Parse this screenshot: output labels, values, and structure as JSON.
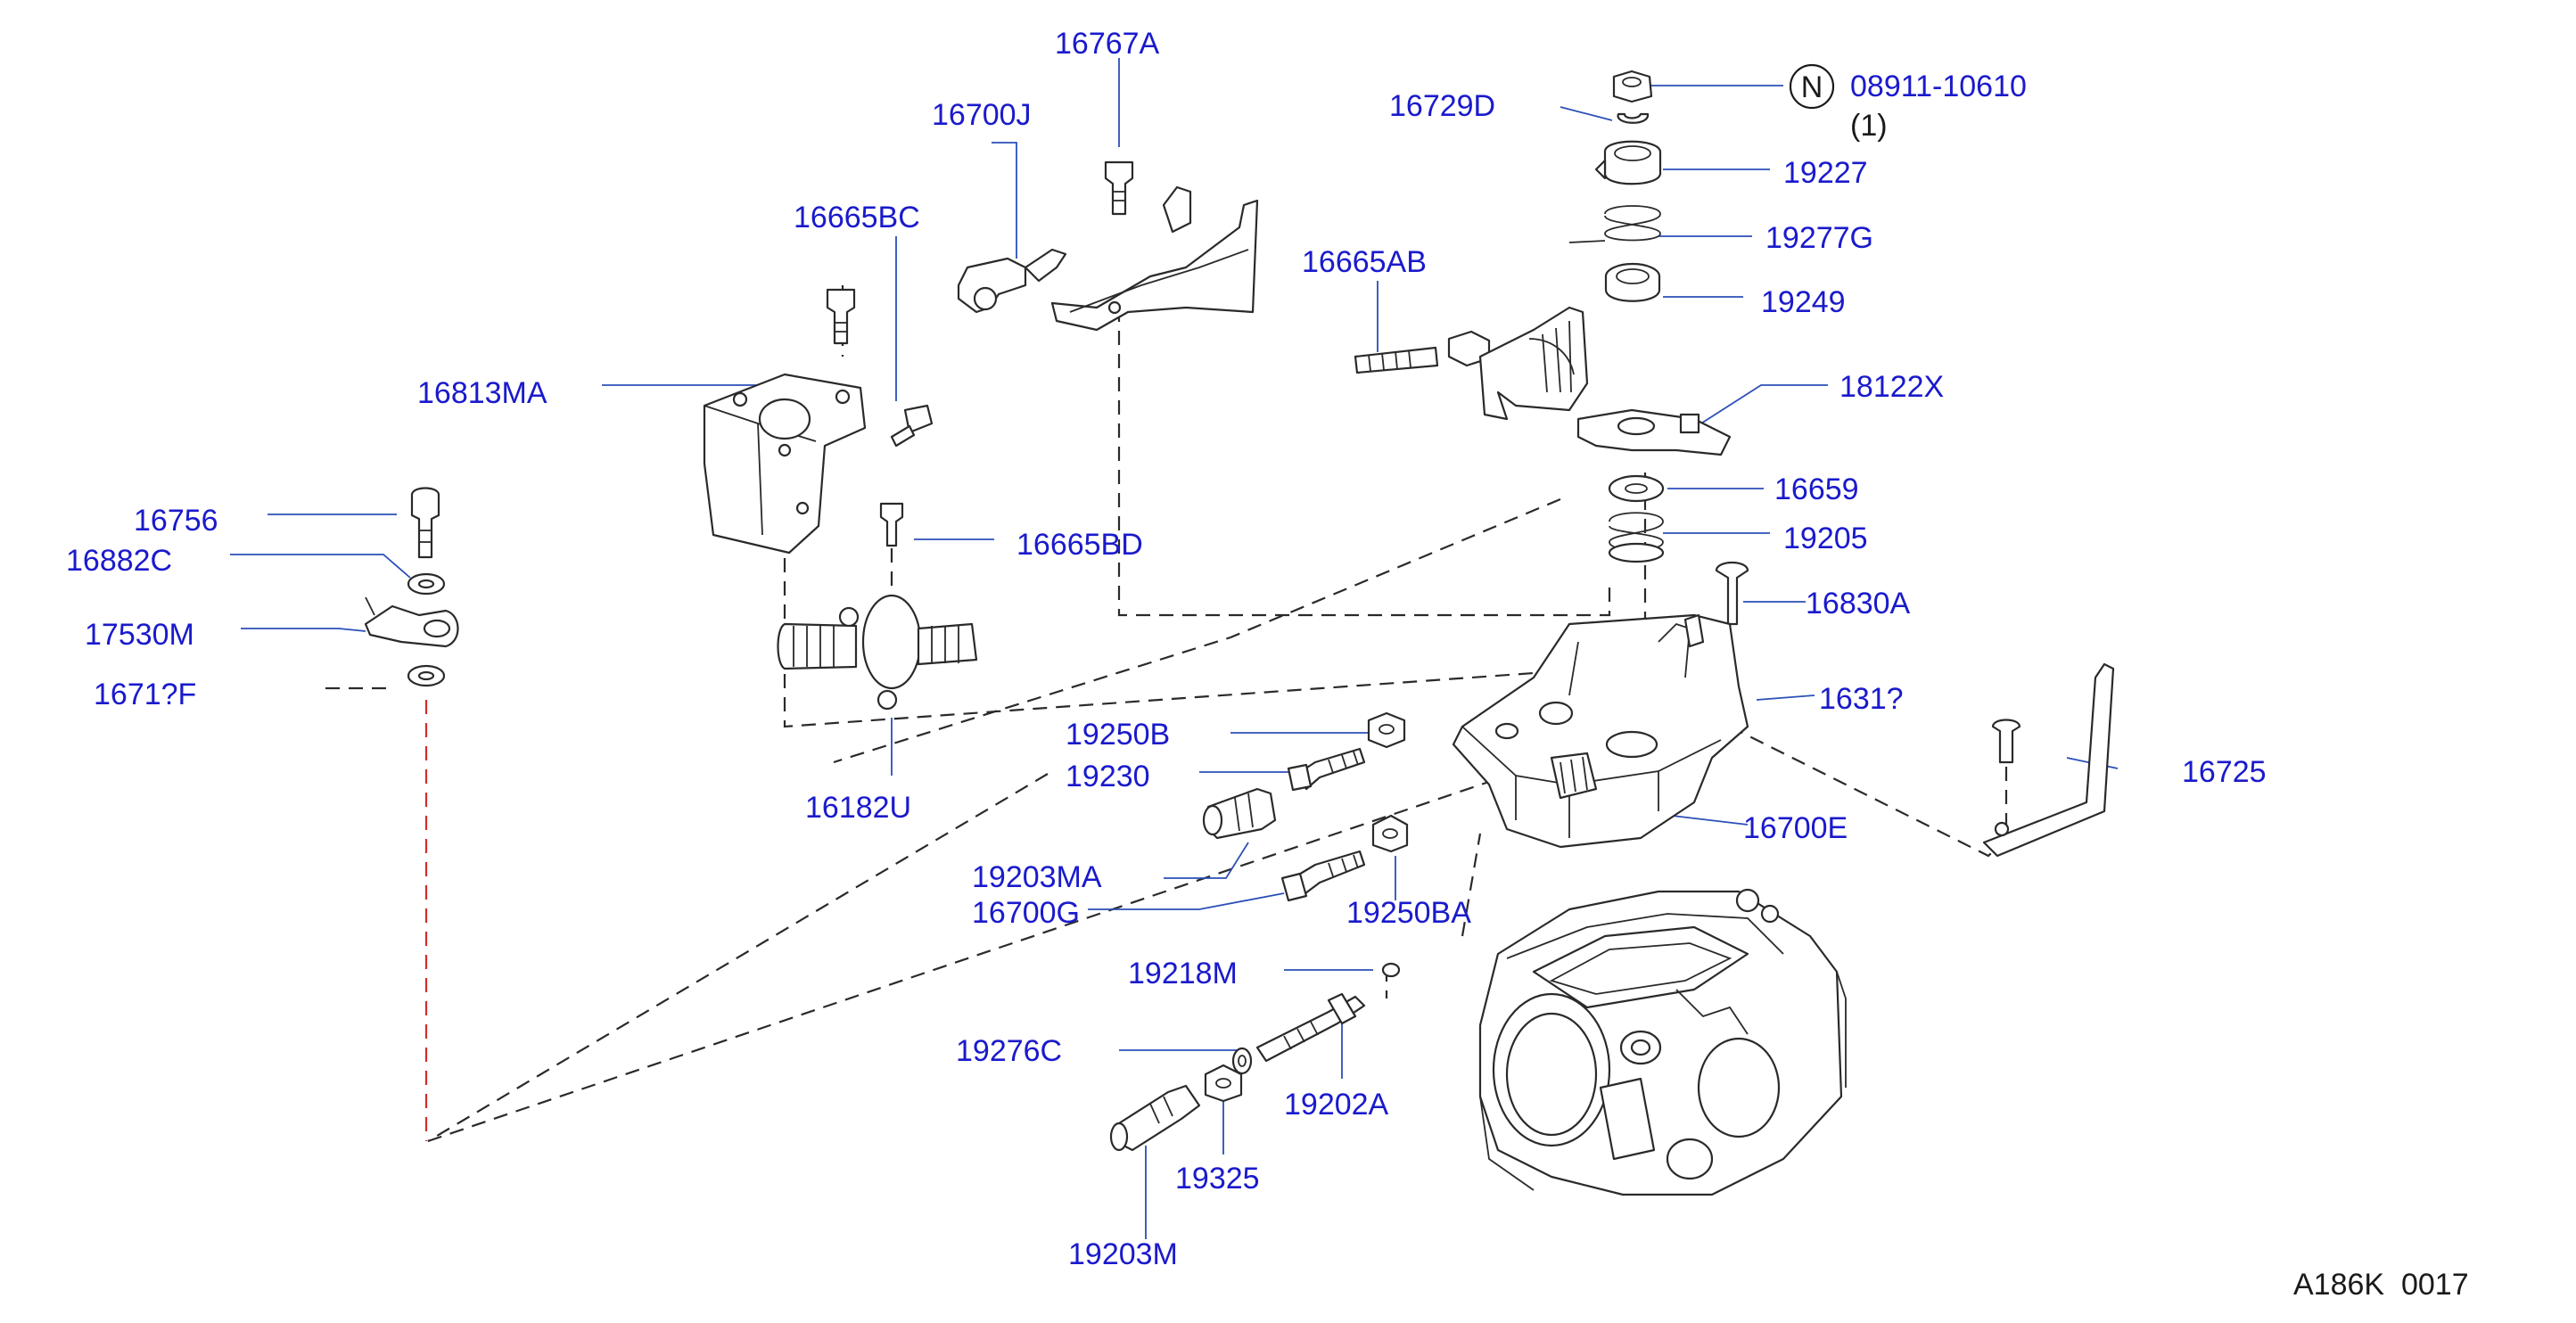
{
  "diagram": {
    "callouts": [
      {
        "id": "16767A",
        "text": "16767A"
      },
      {
        "id": "16700J",
        "text": "16700J"
      },
      {
        "id": "16665BC",
        "text": "16665BC"
      },
      {
        "id": "16813MA",
        "text": "16813MA"
      },
      {
        "id": "16756",
        "text": "16756"
      },
      {
        "id": "16882C",
        "text": "16882C"
      },
      {
        "id": "17530M",
        "text": "17530M"
      },
      {
        "id": "1671?F",
        "text": "1671?F"
      },
      {
        "id": "16665BD",
        "text": "16665BD"
      },
      {
        "id": "16182U",
        "text": "16182U"
      },
      {
        "id": "16729D",
        "text": "16729D"
      },
      {
        "id": "08911-10610",
        "text": "08911-10610"
      },
      {
        "id": "qty",
        "text": "(1)"
      },
      {
        "id": "19227",
        "text": "19227"
      },
      {
        "id": "19277G",
        "text": "19277G"
      },
      {
        "id": "16665AB",
        "text": "16665AB"
      },
      {
        "id": "19249",
        "text": "19249"
      },
      {
        "id": "18122X",
        "text": "18122X"
      },
      {
        "id": "16659",
        "text": "16659"
      },
      {
        "id": "19205",
        "text": "19205"
      },
      {
        "id": "16830A",
        "text": "16830A"
      },
      {
        "id": "1631",
        "text": "1631?"
      },
      {
        "id": "19250B",
        "text": "19250B"
      },
      {
        "id": "19230",
        "text": "19230"
      },
      {
        "id": "16725",
        "text": "16725"
      },
      {
        "id": "16700E",
        "text": "16700E"
      },
      {
        "id": "19203MA",
        "text": "19203MA"
      },
      {
        "id": "16700G",
        "text": "16700G"
      },
      {
        "id": "19250BA",
        "text": "19250BA"
      },
      {
        "id": "19218M",
        "text": "19218M"
      },
      {
        "id": "19276C",
        "text": "19276C"
      },
      {
        "id": "19202A",
        "text": "19202A"
      },
      {
        "id": "19325",
        "text": "19325"
      },
      {
        "id": "19203M",
        "text": "19203M"
      }
    ],
    "n_symbol": "N",
    "reference_code": "A186K  0017",
    "colors": {
      "label": "#1a1acc",
      "leader": "#2b4fb8",
      "line_art": "#2a2a2a",
      "red_dash": "#d42b2b"
    }
  }
}
